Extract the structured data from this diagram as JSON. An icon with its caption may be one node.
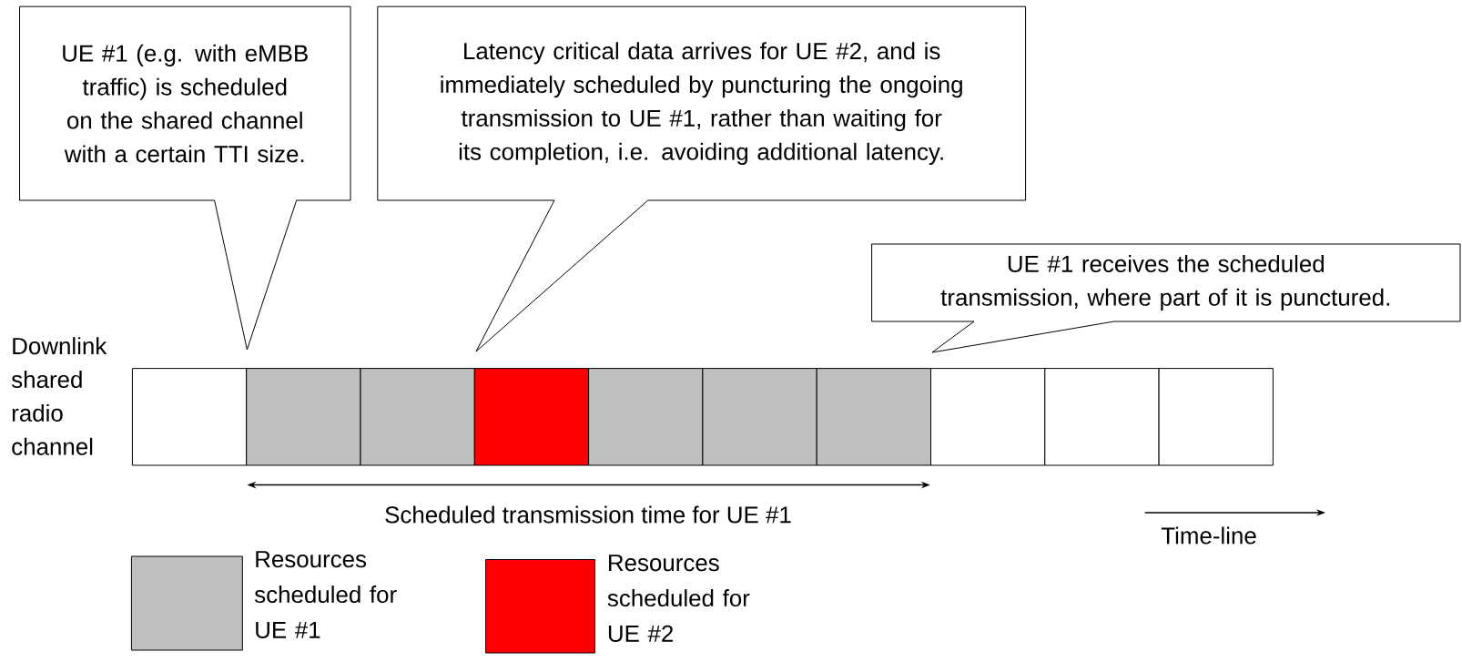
{
  "diagram": {
    "nodes": [
      {
        "text": [
          "UE #1 (e.g. with eMBB traffic) is scheduled on the shared channel with a certain TTI size."
        ]
      },
      {
        "text": [
          "Latency critical data arrives for UE #2, and is immediately scheduled by puncturing the ongoing transmission to UE #1, rather than waiting for its completion, i.e. avoiding additional latency."
        ]
      },
      {
        "text": [
          "UE #1 receives the scheduled transmission, where part of it is punctured."
        ]
      },
      {
        "text": [],
        "shape": "box"
      },
      {
        "text": [],
        "shape": "box"
      },
      {
        "text": [],
        "shape": "box"
      },
      {
        "text": [],
        "shape": "box"
      },
      {
        "text": [],
        "shape": "box"
      },
      {
        "text": [],
        "shape": "box"
      },
      {
        "text": [],
        "shape": "box"
      },
      {
        "text": [],
        "shape": "box"
      },
      {
        "text": [],
        "shape": "box"
      },
      {
        "text": [],
        "shape": "box"
      }
    ],
    "edges": [],
    "labels": [
      "Downlink shared radio channel",
      "Scheduled transmission time for UE #1",
      "Time-line"
    ],
    "legend": [
      {
        "text": "Resources scheduled for UE #1",
        "color": "#bfbfbf"
      },
      {
        "text": "Resources scheduled for UE #2",
        "color": "#ff0000"
      }
    ]
  }
}
